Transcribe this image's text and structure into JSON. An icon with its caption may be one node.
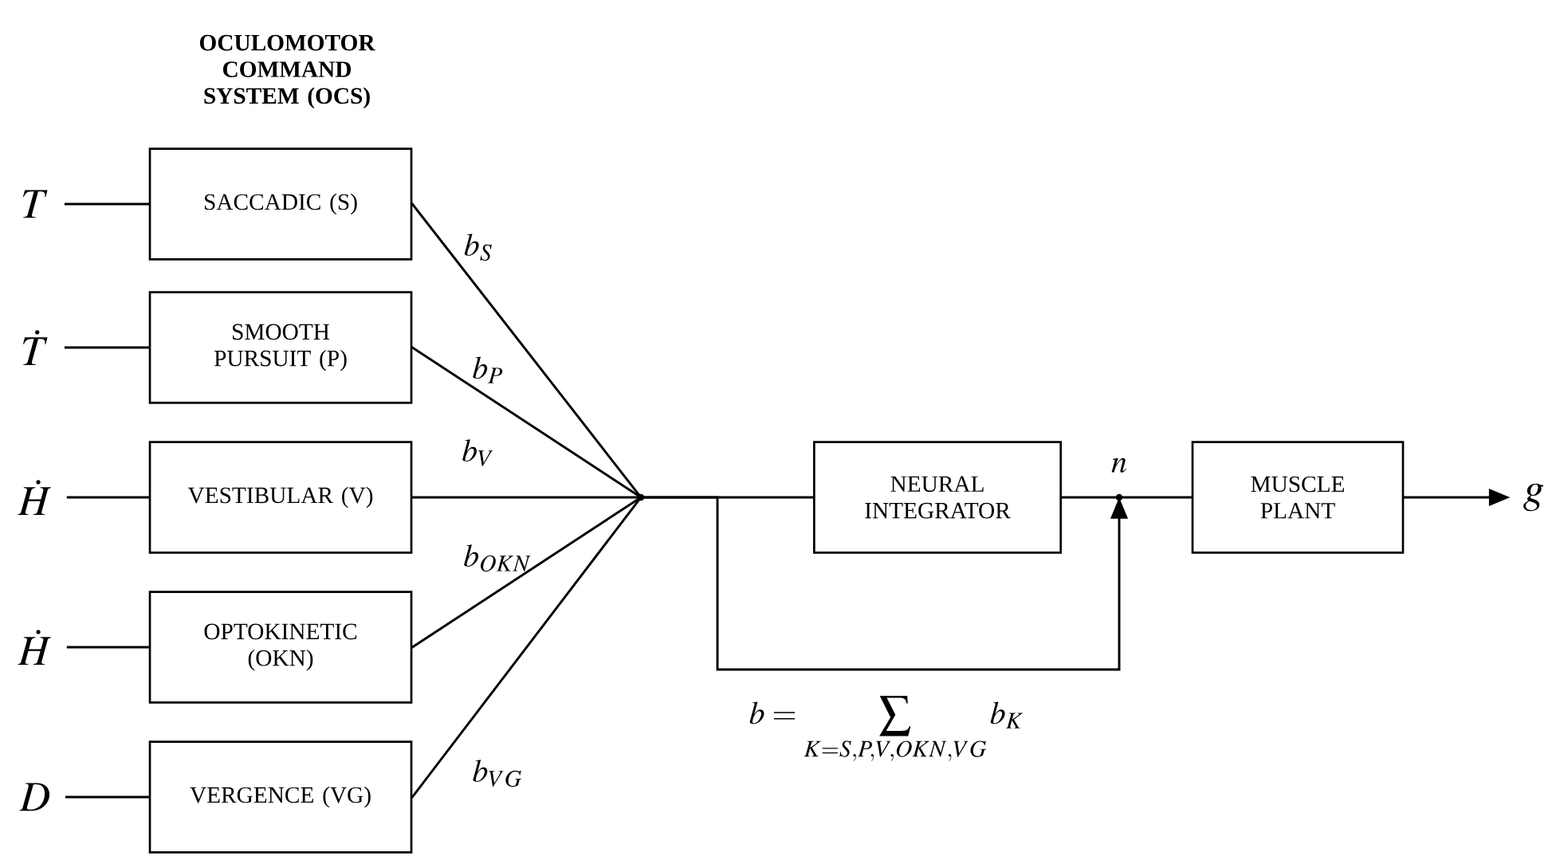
{
  "diagram": {
    "title": "OCULOMOTOR COMMAND SYSTEM (OCS)",
    "nodes": [
      {
        "text": [
          "T"
        ]
      },
      {
        "text": [
          "\\dot{T}"
        ]
      },
      {
        "text": [
          "\\dot{H}"
        ]
      },
      {
        "text": [
          "\\dot{H}"
        ]
      },
      {
        "text": [
          "D"
        ]
      },
      {
        "text": [
          "SACCADIC (S)"
        ]
      },
      {
        "text": [
          "SMOOTH PURSUIT (P)"
        ]
      },
      {
        "text": [
          "VESTIBULAR (V)"
        ]
      },
      {
        "text": [
          "OPTOKINETIC (OKN)"
        ]
      },
      {
        "text": [
          "VERGENCE (VG)"
        ]
      },
      {
        "text": [],
        "shape": "point"
      },
      {
        "text": [
          "NEURAL INTEGRATOR"
        ]
      },
      {
        "text": [
          "MUSCLE PLANT"
        ]
      },
      {
        "text": [
          "g"
        ]
      },
      {
        "text": [],
        "shape": "point"
      }
    ],
    "edges": [
      {
        "from": 0,
        "to": 5,
        "arrow": "none"
      },
      {
        "from": 1,
        "to": 6,
        "arrow": "none"
      },
      {
        "from": 2,
        "to": 7,
        "arrow": "none"
      },
      {
        "from": 3,
        "to": 8,
        "arrow": "none"
      },
      {
        "from": 4,
        "to": 9,
        "arrow": "none"
      },
      {
        "from": 5,
        "to": 10,
        "arrow": "none",
        "label": "b_S"
      },
      {
        "from": 6,
        "to": 10,
        "arrow": "none",
        "label": "b_P"
      },
      {
        "from": 7,
        "to": 10,
        "arrow": "none",
        "label": "b_V"
      },
      {
        "from": 8,
        "to": 10,
        "arrow": "none",
        "label": "b_{OKN}"
      },
      {
        "from": 9,
        "to": 10,
        "arrow": "none",
        "label": "b_{VG}"
      },
      {
        "from": 10,
        "to": 11,
        "arrow": "none"
      },
      {
        "from": 10,
        "to": 14,
        "arrow": "to",
        "label": "b = \\sum_{K=S,P,V,OKN,VG} b_K"
      },
      {
        "from": 11,
        "to": 14,
        "arrow": "none"
      },
      {
        "from": 14,
        "to": 12,
        "arrow": "none"
      },
      {
        "from": 12,
        "to": 13,
        "arrow": "to"
      }
    ],
    "labels": [
      "n"
    ]
  }
}
